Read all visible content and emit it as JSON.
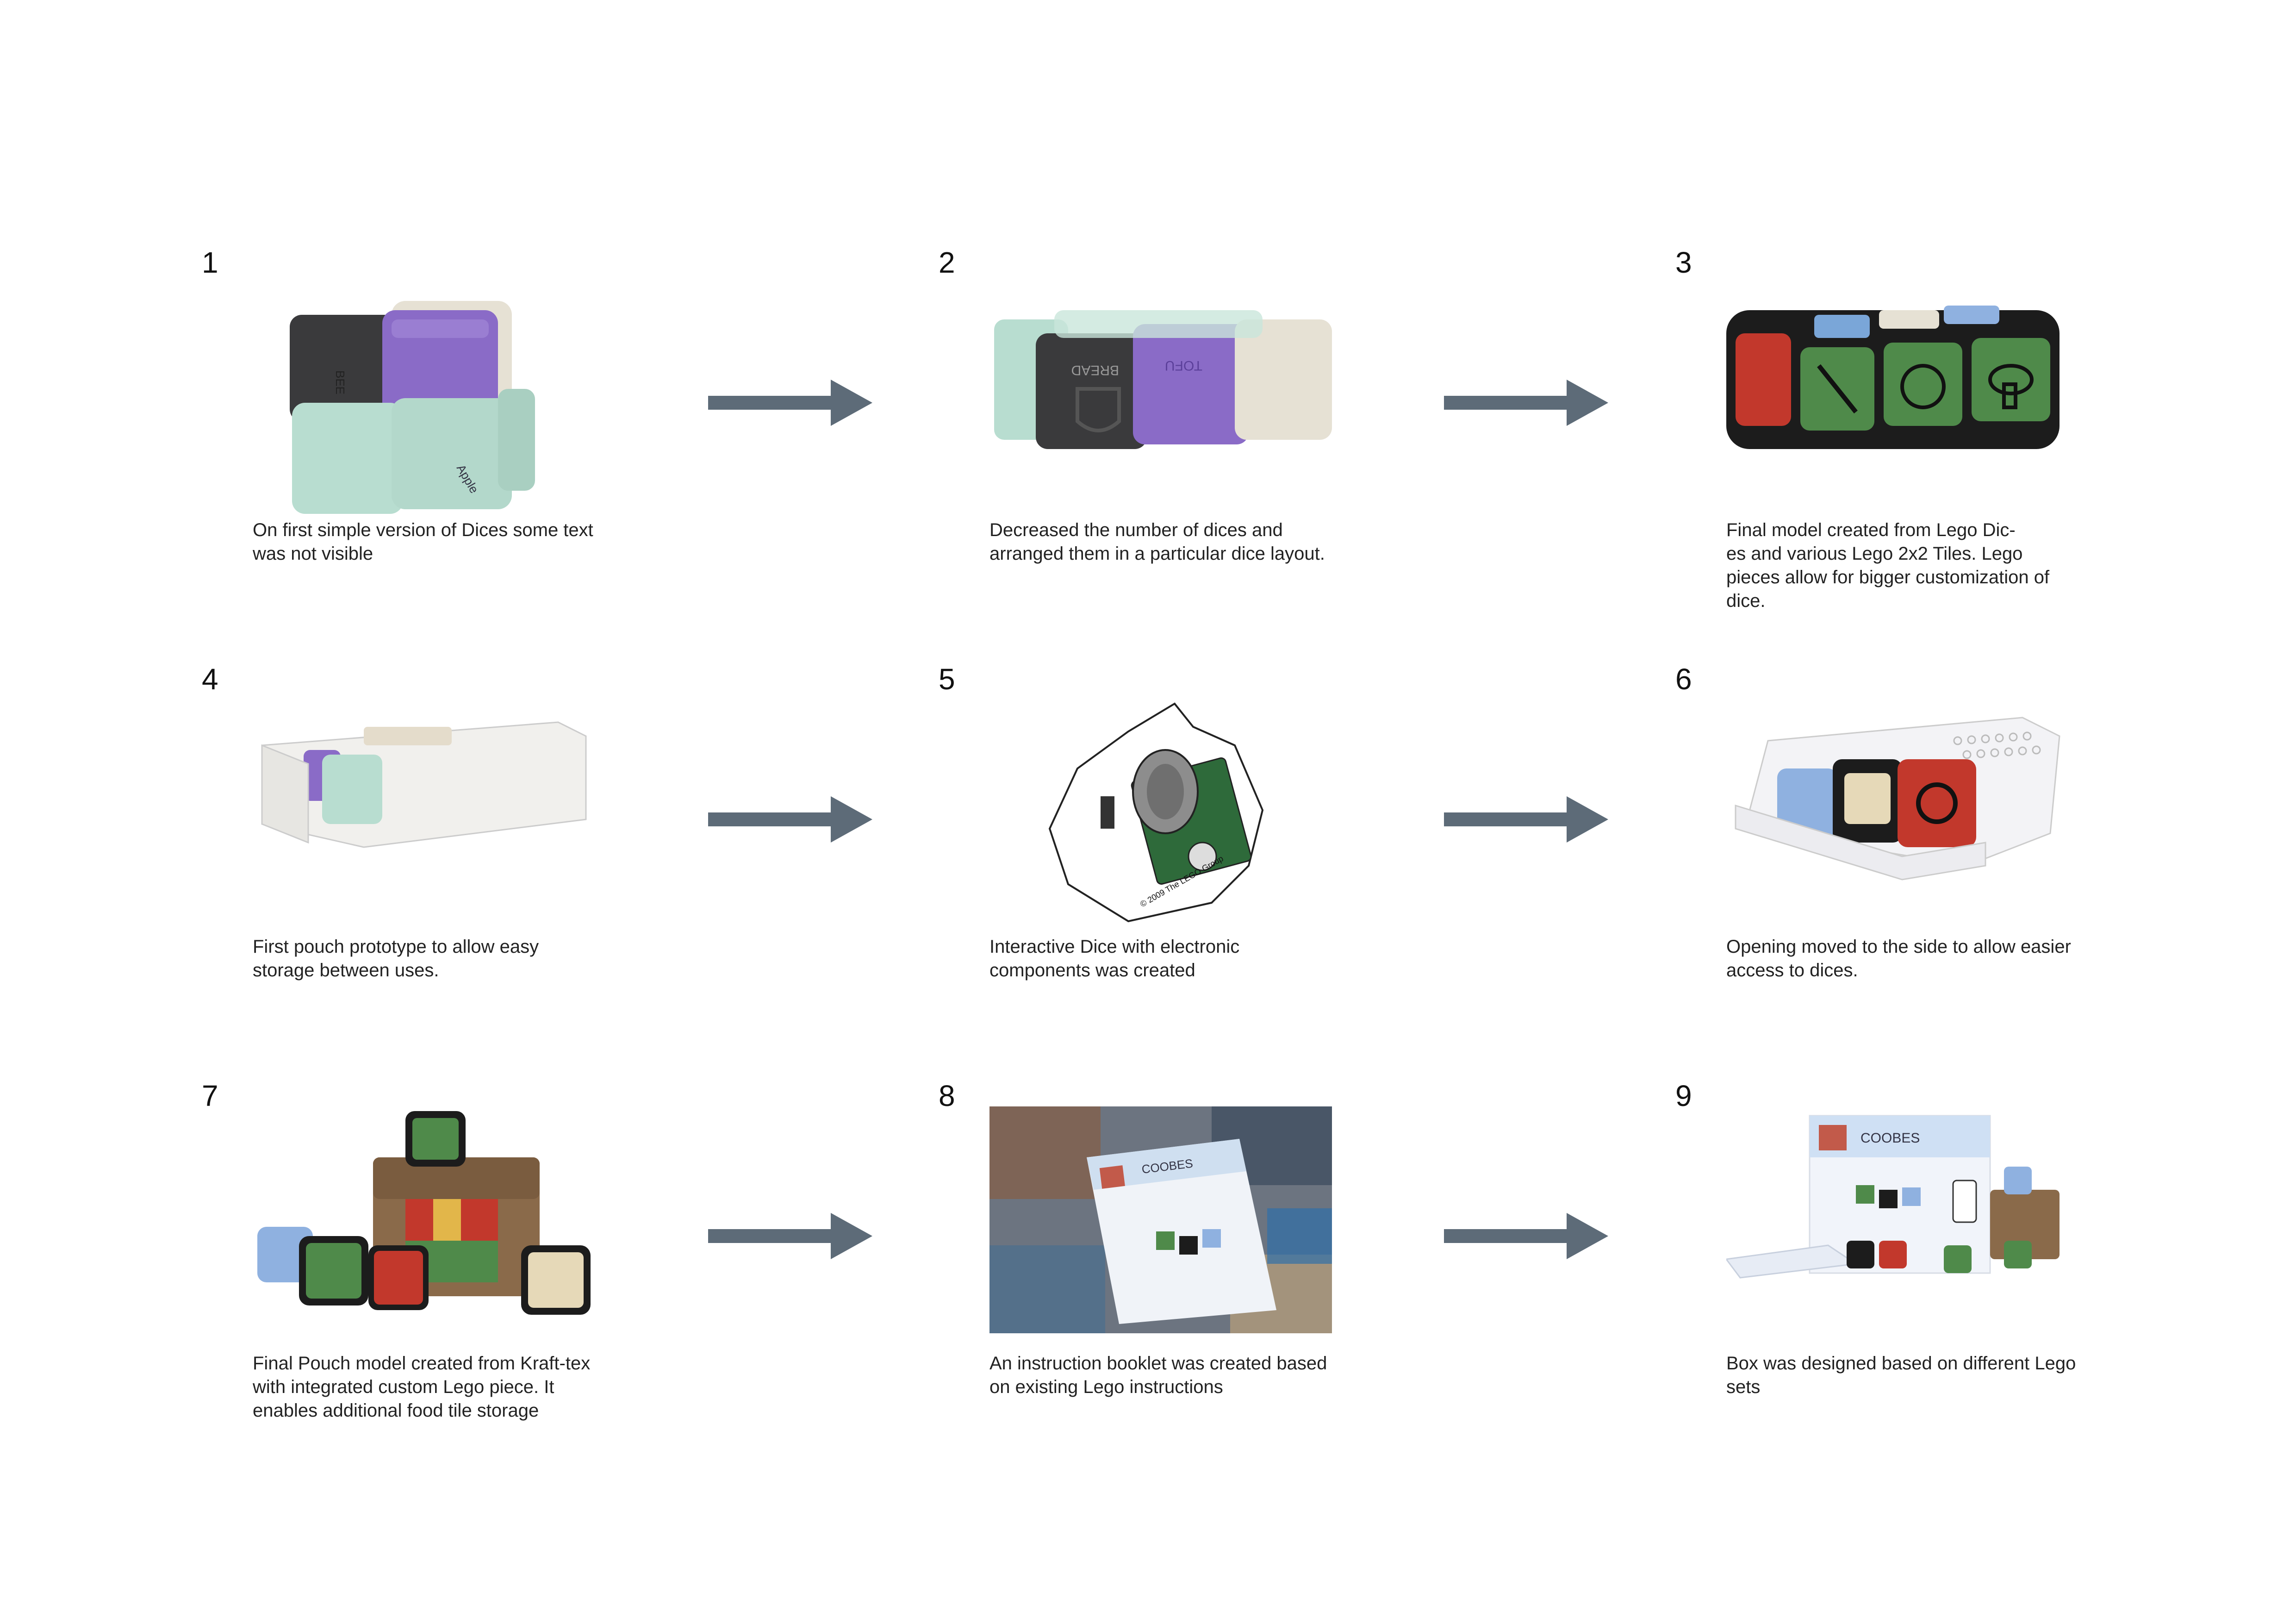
{
  "steps": [
    {
      "num": "1",
      "caption": "On first simple version of Dices some text was not visible"
    },
    {
      "num": "2",
      "caption": "Decreased the number of dices and arranged them in a particular dice layout."
    },
    {
      "num": "3",
      "caption": "Final model created from Lego Dic-\nes and various Lego 2x2 Tiles. Lego pieces allow for bigger customization of dice."
    },
    {
      "num": "4",
      "caption": "First pouch prototype to allow easy storage between uses."
    },
    {
      "num": "5",
      "caption": "Interactive Dice with electronic components was created"
    },
    {
      "num": "6",
      "caption": "Opening moved to the side to allow easier access to dices."
    },
    {
      "num": "7",
      "caption": "Final Pouch model created from Kraft-tex with integrated custom Lego piece. It enables additional food tile storage"
    },
    {
      "num": "8",
      "caption": "An instruction booklet was created based on existing Lego instructions"
    },
    {
      "num": "9",
      "caption": "Box was designed based on different Lego sets"
    }
  ],
  "brand_text": "COOBES",
  "colors": {
    "arrow": "#5d6b78",
    "mint": "#b8ddd0",
    "purple": "#8a6bc7",
    "charcoal": "#3a3a3c",
    "cream": "#e6e1d4",
    "dice_green": "#4f8a4a",
    "dice_red": "#c2382c",
    "dice_blue": "#8fb1e0",
    "kraft": "#8a6a4a"
  }
}
